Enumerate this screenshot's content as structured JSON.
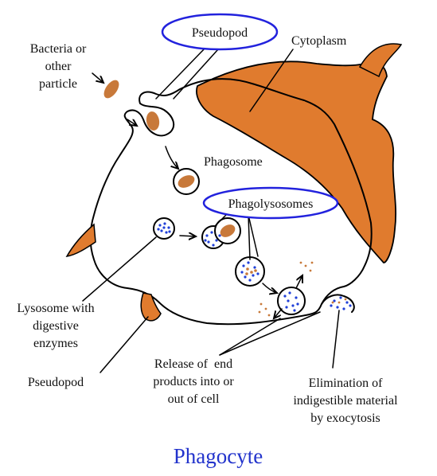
{
  "title": "Phagocyte",
  "labels": {
    "pseudopod_top": "Pseudopod",
    "cytoplasm": "Cytoplasm",
    "bacteria_line1": "Bacteria or",
    "bacteria_line2": "other",
    "bacteria_line3": "particle",
    "phagosome": "Phagosome",
    "phagolysosomes": "Phagolysosomes",
    "lysosome_line1": "Lysosome with",
    "lysosome_line2": "digestive",
    "lysosome_line3": "enzymes",
    "pseudopod_bottom": "Pseudopod",
    "release_line1": "Release of  end",
    "release_line2": "products into or",
    "release_line3": "out of cell",
    "elimination_line1": "Elimination of",
    "elimination_line2": "indigestible material",
    "elimination_line3": "by exocytosis"
  },
  "colors": {
    "orange": "#e07b2e",
    "particle": "#c8793a",
    "enzyme_blue": "#1f3fd8",
    "oval_blue": "#2222dd",
    "title_blue": "#2233cc",
    "outline": "#000000"
  }
}
